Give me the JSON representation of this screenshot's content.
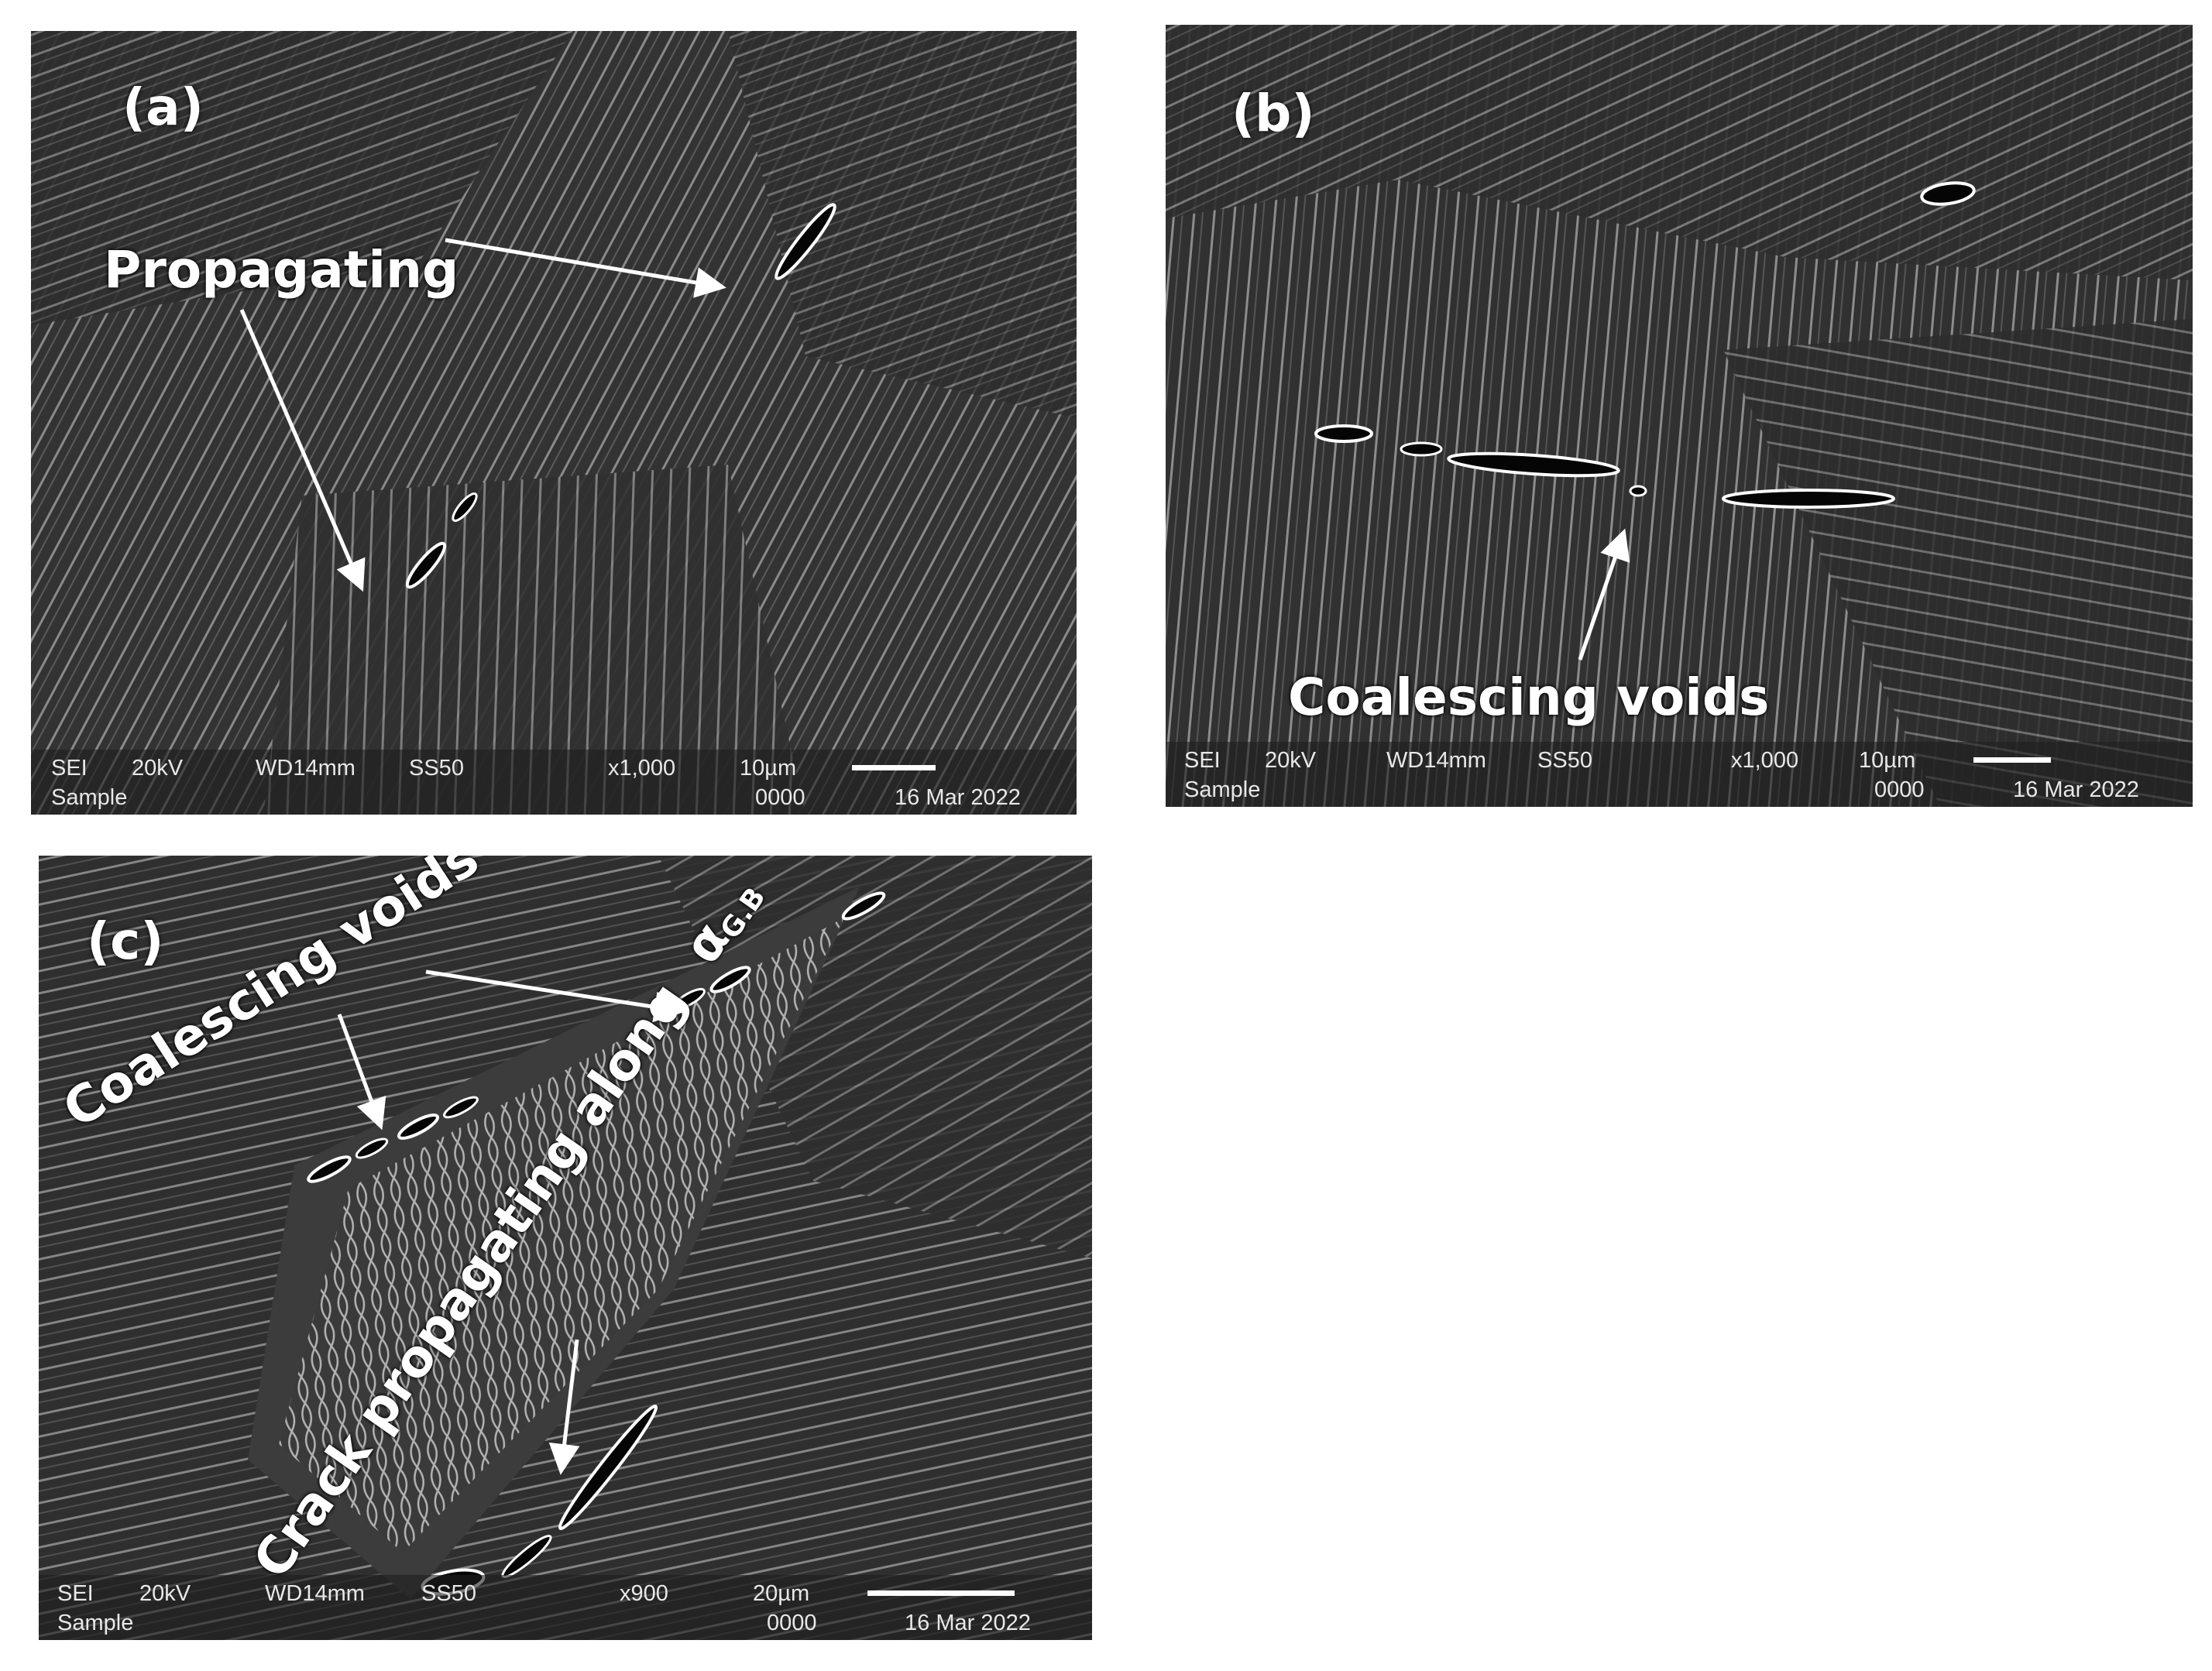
{
  "panels": [
    {
      "label": "(a)",
      "annotations": [
        "Propagating"
      ],
      "info": {
        "detector": "SEI",
        "kv": "20kV",
        "wd": "WD14mm",
        "ss": "SS50",
        "mag": "x1,000",
        "scale": "10µm",
        "sample": "Sample",
        "id": "0000",
        "date": "16 Mar 2022"
      }
    },
    {
      "label": "(b)",
      "annotations": [
        "Coalescing voids"
      ],
      "info": {
        "detector": "SEI",
        "kv": "20kV",
        "wd": "WD14mm",
        "ss": "SS50",
        "mag": "x1,000",
        "scale": "10µm",
        "sample": "Sample",
        "id": "0000",
        "date": "16 Mar 2022"
      }
    },
    {
      "label": "(c)",
      "annotations": [
        "Coalescing voids",
        "Crack propagating along",
        "α",
        "G.B"
      ],
      "info": {
        "detector": "SEI",
        "kv": "20kV",
        "wd": "WD14mm",
        "ss": "SS50",
        "mag": "x900",
        "scale": "20µm",
        "sample": "Sample",
        "id": "0000",
        "date": "16 Mar 2022"
      }
    }
  ],
  "colors": {
    "background": "#2f2f2f",
    "annotation": "#ffffff"
  }
}
